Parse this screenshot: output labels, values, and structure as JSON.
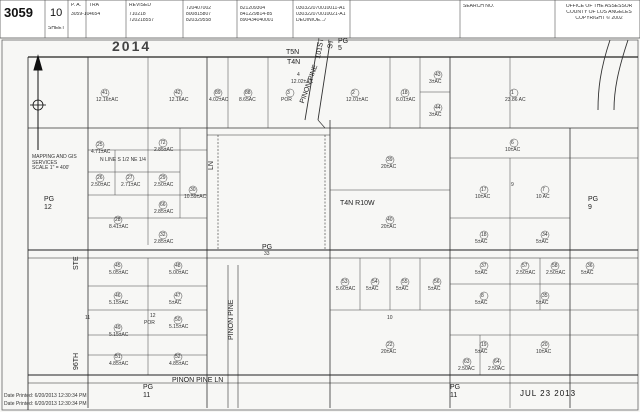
{
  "header": {
    "map_book": "3059",
    "page": "10",
    "sheet_label": "SHEET",
    "pa_label": "P. A.",
    "pa_value": "3059-10",
    "tra_label": "TRA",
    "tra_value": "4654",
    "revised_label": "REVISED",
    "revised_values": [
      "710218",
      "720218557"
    ],
    "col_a": [
      "720407002",
      "800815807",
      "820329558"
    ],
    "col_b": [
      "821209304",
      "841229814-85",
      "890434040001"
    ],
    "col_c": [
      "030322070010011-A1",
      "030322070010021-A1",
      "DEUINIOE.../"
    ],
    "search_label": "SEARCH NO.",
    "office_lines": [
      "OFFICE OF THE ASSESSOR",
      "COUNTY OF LOS ANGELES",
      "COPYRIGHT © 2002"
    ]
  },
  "stamp_year": "2014",
  "map_labels": {
    "pg5": "PG\n5",
    "t5n": "T5N",
    "t4n": "T4N",
    "street_101": "101ST",
    "street_st": "ST",
    "pinon_pine_top": "PINON PINE",
    "pinon_pine_mid": "PINON PINE",
    "pinon_pine_ln": "PINON PINE LN",
    "ln": "LN",
    "pg": "PG",
    "pg_center_num": "33",
    "ste": "STE",
    "ninety_sixth": "96TH",
    "t4n_r10w": "T4N R10W",
    "pg12": "PG\n12",
    "pg9": "PG\n9",
    "pg11_a": "PG\n11",
    "pg11_b": "PG\n11",
    "mapping_note": "MAPPING AND GIS\nSERVICES\nSCALE 1\" = 400'",
    "line_l": "N LINE S 1/2 NE 1/4"
  },
  "parcels": [
    {
      "id": "p41",
      "num": "41",
      "acre": "12.16±AC"
    },
    {
      "id": "p42",
      "num": "42",
      "acre": "12.16AC"
    },
    {
      "id": "p89",
      "num": "89",
      "acre": "4.02±AC"
    },
    {
      "id": "p88",
      "num": "88",
      "acre": "8.65AC"
    },
    {
      "id": "p3",
      "num": "3",
      "acre": "POR"
    },
    {
      "id": "p4",
      "num": "4",
      "acre": "12.02±AC"
    },
    {
      "id": "p2",
      "num": "2",
      "acre": "12.01±AC"
    },
    {
      "id": "p18",
      "num": "18",
      "acre": "6.01±AC"
    },
    {
      "id": "p43",
      "num": "43",
      "acre": "3±AC"
    },
    {
      "id": "p44",
      "num": "44",
      "acre": "3±AC"
    },
    {
      "id": "p1",
      "num": "1",
      "acre": "23.86 AC"
    },
    {
      "id": "p25",
      "num": "25",
      "acre": "4.71±AC"
    },
    {
      "id": "p72",
      "num": "72",
      "acre": "2.85±AC"
    },
    {
      "id": "p26",
      "num": "26",
      "acre": "2.50±AC"
    },
    {
      "id": "p27",
      "num": "27",
      "acre": "2.71±AC"
    },
    {
      "id": "p29",
      "num": "29",
      "acre": "2.50±AC"
    },
    {
      "id": "p30",
      "num": "30",
      "acre": "10.59±AC"
    },
    {
      "id": "p28",
      "num": "28",
      "acre": "8.41±AC"
    },
    {
      "id": "p32",
      "num": "32",
      "acre": "2.85±AC"
    },
    {
      "id": "p66",
      "num": "66",
      "acre": "2.85±AC"
    },
    {
      "id": "p39",
      "num": "39",
      "acre": "20±AC"
    },
    {
      "id": "p40",
      "num": "40",
      "acre": "20±AC"
    },
    {
      "id": "p6",
      "num": "6",
      "acre": "10±AC"
    },
    {
      "id": "p17",
      "num": "17",
      "acre": "10±AC"
    },
    {
      "id": "p7b",
      "num": "7",
      "acre": "10 AC"
    },
    {
      "id": "p18b",
      "num": "18",
      "acre": "5±AC"
    },
    {
      "id": "p34",
      "num": "34",
      "acre": "5±AC"
    },
    {
      "id": "p45",
      "num": "45",
      "acre": "5.05±AC"
    },
    {
      "id": "p46",
      "num": "46",
      "acre": "5.15±AC"
    },
    {
      "id": "p47",
      "num": "47",
      "acre": "5±AC"
    },
    {
      "id": "p48",
      "num": "48",
      "acre": "5.00±AC"
    },
    {
      "id": "p49",
      "num": "49",
      "acre": "5.15±AC"
    },
    {
      "id": "p50",
      "num": "50",
      "acre": "5.15±AC"
    },
    {
      "id": "p51",
      "num": "51",
      "acre": "4.85±AC"
    },
    {
      "id": "p52",
      "num": "52",
      "acre": "4.85±AC"
    },
    {
      "id": "p53",
      "num": "53",
      "acre": "5.60±AC"
    },
    {
      "id": "p54",
      "num": "54",
      "acre": "5±AC"
    },
    {
      "id": "p55",
      "num": "55",
      "acre": "5±AC"
    },
    {
      "id": "p56",
      "num": "56",
      "acre": "5±AC"
    },
    {
      "id": "p37",
      "num": "37",
      "acre": "5±AC"
    },
    {
      "id": "p57",
      "num": "57",
      "acre": "2.50±AC"
    },
    {
      "id": "p58",
      "num": "58",
      "acre": "2.50±AC"
    },
    {
      "id": "p36",
      "num": "36",
      "acre": "5±AC"
    },
    {
      "id": "p8",
      "num": "8",
      "acre": "5±AC"
    },
    {
      "id": "p35",
      "num": "35",
      "acre": "5±AC"
    },
    {
      "id": "p22",
      "num": "22",
      "acre": "20±AC"
    },
    {
      "id": "p19",
      "num": "19",
      "acre": "5±AC"
    },
    {
      "id": "p20",
      "num": "20",
      "acre": "10±AC"
    },
    {
      "id": "p63",
      "num": "63",
      "acre": "2.50AC"
    },
    {
      "id": "p64",
      "num": "64",
      "acre": "2.50AC"
    },
    {
      "id": "p10",
      "num": "10",
      "acre": ""
    },
    {
      "id": "p11",
      "num": "11",
      "acre": ""
    },
    {
      "id": "p9",
      "num": "9",
      "acre": ""
    },
    {
      "id": "p12",
      "num": "12",
      "acre": "POR"
    }
  ],
  "footer": {
    "printed_1": "Date Printed: 6/20/2013 12:30:34 PM",
    "printed_2": "Date Printed: 6/20/2013 12:30:34 PM",
    "stamp": "JUL 23 2013"
  }
}
